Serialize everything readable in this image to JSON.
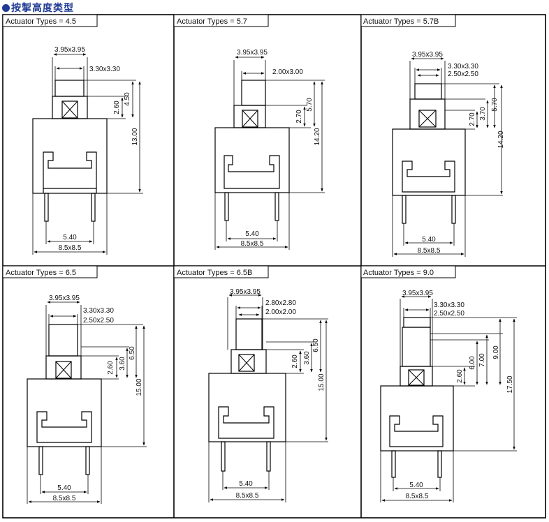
{
  "title": "按掣高度类型",
  "panels": [
    {
      "label": "Actuator Types = 4.5",
      "top_dims": [
        "3.95x3.95",
        "3.30x3.30"
      ],
      "vert_dims": [
        "2.60",
        "4.50",
        "13.00"
      ],
      "bottom_dims": [
        "5.40",
        "8.5x8.5"
      ]
    },
    {
      "label": "Actuator Types = 5.7",
      "top_dims": [
        "3.95x3.95",
        "2.00x3.00"
      ],
      "vert_dims": [
        "2.70",
        "5.70",
        "14.20"
      ],
      "bottom_dims": [
        "5.40",
        "8.5x8.5"
      ]
    },
    {
      "label": "Actuator Types = 5.7B",
      "top_dims": [
        "3.95x3.95",
        "3.30x3.30",
        "2.50x2.50"
      ],
      "vert_dims": [
        "2.70",
        "3.70",
        "5.70",
        "14.20"
      ],
      "bottom_dims": [
        "5.40",
        "8.5x8.5"
      ]
    },
    {
      "label": "Actuator Types = 6.5",
      "top_dims": [
        "3.95x3.95",
        "3.30x3.30",
        "2.50x2.50"
      ],
      "vert_dims": [
        "2.60",
        "3.60",
        "6.50",
        "15.00"
      ],
      "bottom_dims": [
        "5.40",
        "8.5x8.5"
      ]
    },
    {
      "label": "Actuator Types = 6.5B",
      "top_dims": [
        "3.95x3.95",
        "2.80x2.80",
        "2.00x2.00"
      ],
      "vert_dims": [
        "2.60",
        "3.60",
        "6.50",
        "15.00"
      ],
      "bottom_dims": [
        "5.40",
        "8.5x8.5"
      ]
    },
    {
      "label": "Actuator Types = 9.0",
      "top_dims": [
        "3.95x3.95",
        "3.30x3.30",
        "2.50x2.50"
      ],
      "vert_dims": [
        "2.60",
        "6.00",
        "7.00",
        "9.00",
        "17.50"
      ],
      "bottom_dims": [
        "5.40",
        "8.5x8.5"
      ]
    }
  ]
}
